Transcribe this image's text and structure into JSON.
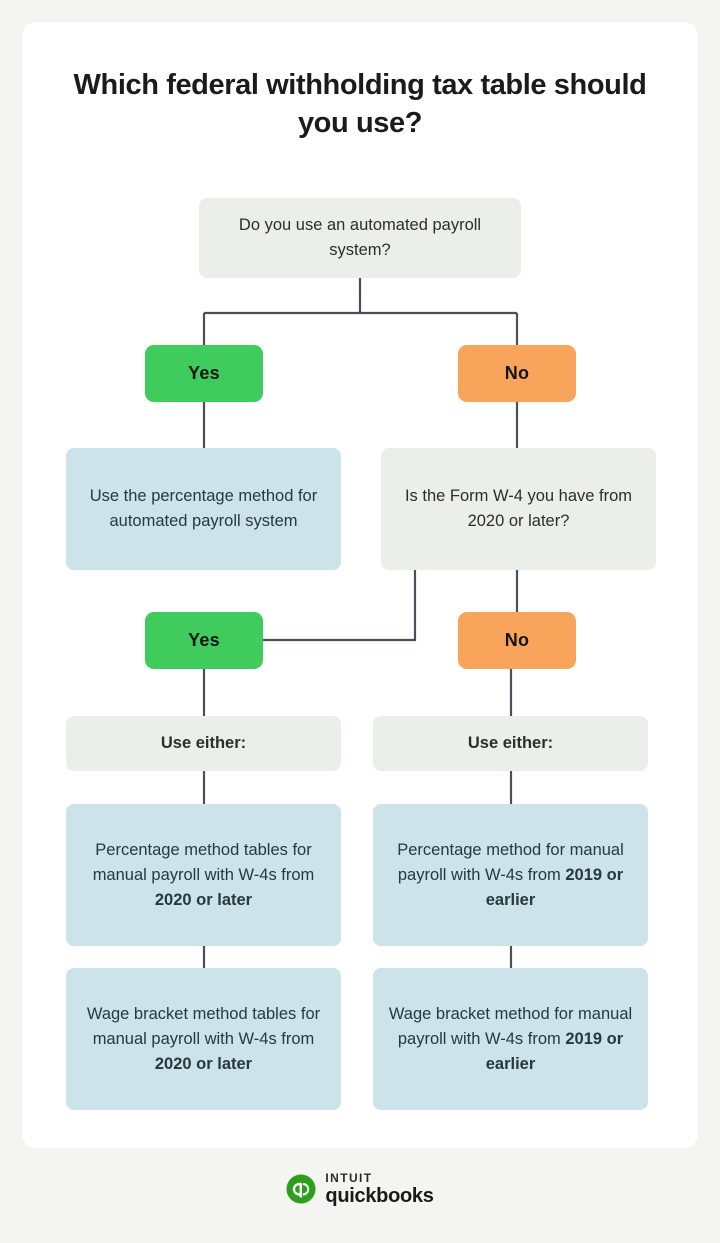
{
  "page": {
    "title": "Which federal withholding tax table should you use?",
    "background_color": "#f4f4f0",
    "card_color": "#ffffff"
  },
  "colors": {
    "yes": "#3fcc5d",
    "no": "#f9a45b",
    "blue_box": "#cce3ea",
    "gray_box": "#eceeea",
    "connector": "#4a4f5c",
    "text": "#2d2d2d",
    "brand_green": "#2ca01c"
  },
  "flowchart": {
    "type": "decision-tree",
    "question_1": "Do you use an automated payroll system?",
    "branch_1_yes_label": "Yes",
    "branch_1_no_label": "No",
    "result_automated": "Use the percentage method for automated payroll system",
    "question_2": "Is the Form W-4 you have from 2020 or later?",
    "branch_2_yes_label": "Yes",
    "branch_2_no_label": "No",
    "use_either_left": "Use either:",
    "use_either_right": "Use either:",
    "percentage_left": {
      "normal": "Percentage method tables for manual payroll with W-4s from ",
      "strong": "2020 or later"
    },
    "percentage_right": {
      "normal": "Percentage method for manual payroll with W-4s from ",
      "strong": "2019 or earlier"
    },
    "wage_left": {
      "normal": "Wage bracket method tables for manual payroll with W-4s from ",
      "strong": "2020 or later"
    },
    "wage_right": {
      "normal": "Wage bracket method for manual payroll with W-4s from ",
      "strong": "2019 or earlier"
    }
  },
  "footer": {
    "brand_top": "INTUIT",
    "brand_bottom": "quickbooks",
    "logo_letters": "qb"
  }
}
